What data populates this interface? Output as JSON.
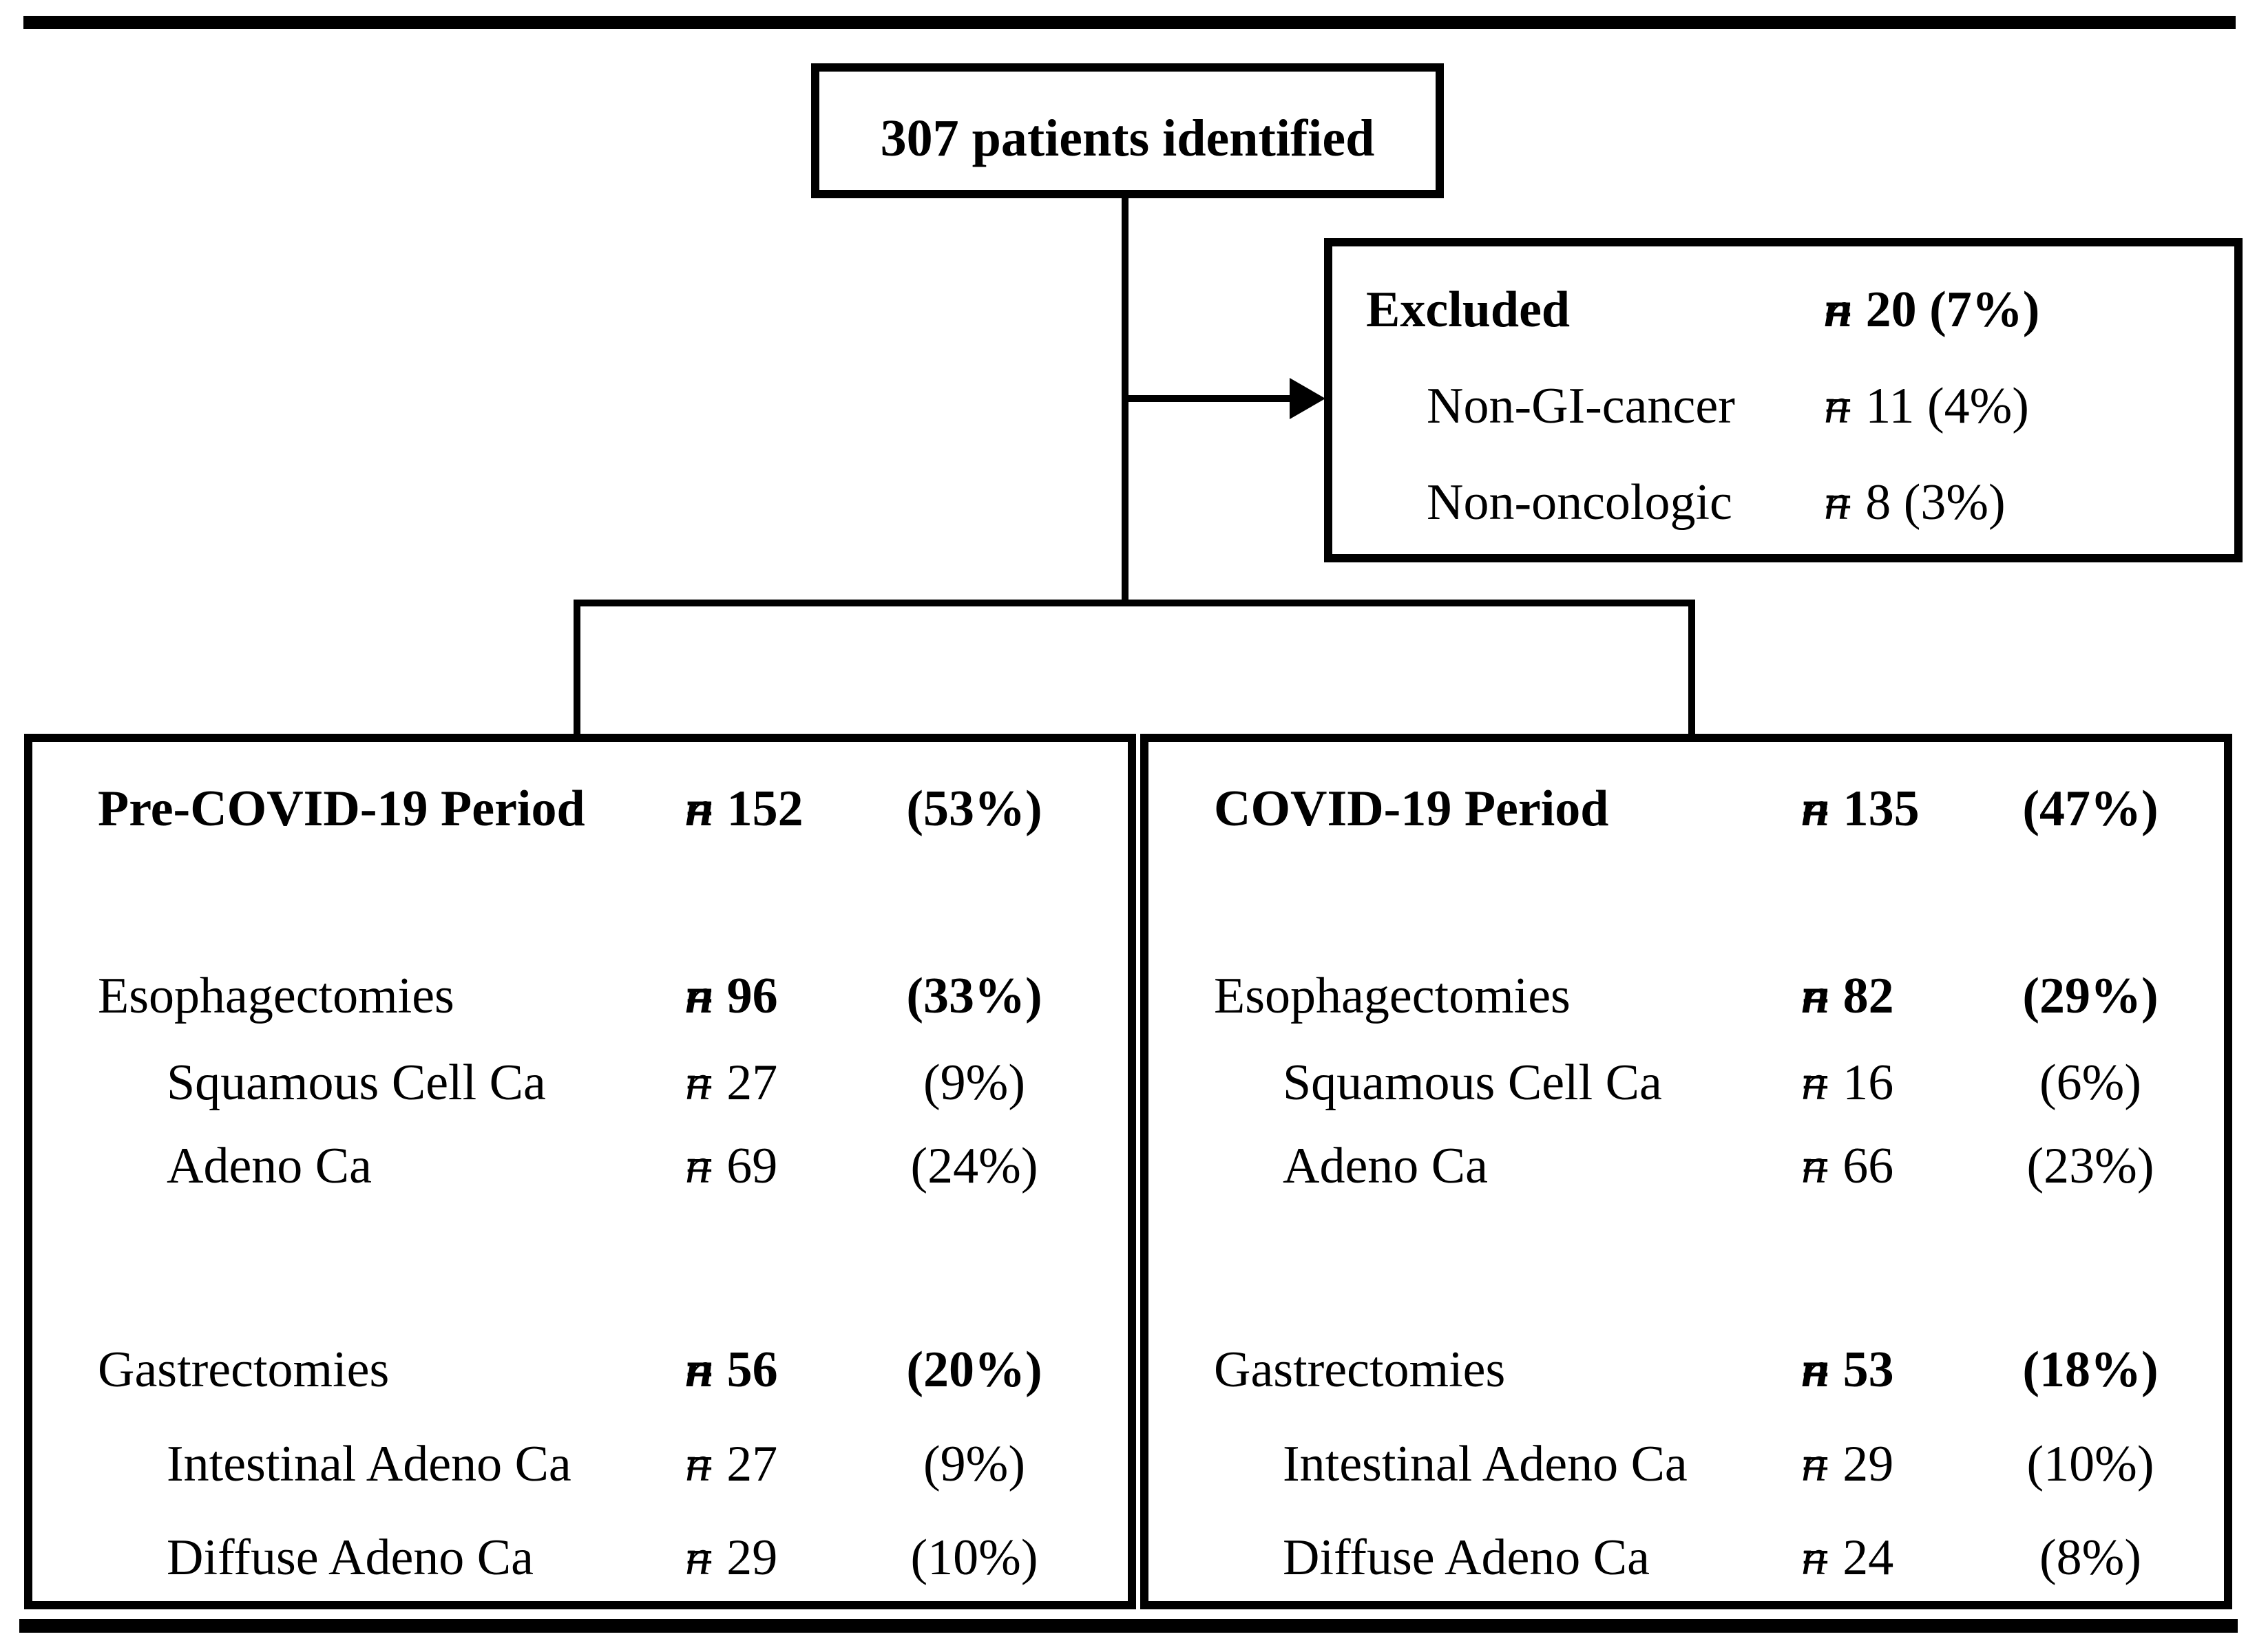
{
  "colors": {
    "ink": "#000000",
    "paper": "#ffffff"
  },
  "n_symbol": "n",
  "top_box": {
    "text": "307 patients identified"
  },
  "excluded_box": {
    "header": {
      "label": "Excluded",
      "value": "= 20 (7%)"
    },
    "items": [
      {
        "label": "Non-GI-cancer",
        "value": "= 11 (4%)"
      },
      {
        "label": "Non-oncologic",
        "value": "= 8 (3%)"
      }
    ]
  },
  "left_box": {
    "title": {
      "label": "Pre-COVID-19 Period",
      "n": "= 152",
      "pct": "(53%)"
    },
    "rows": [
      {
        "label": "Esophagectomies",
        "n": "= 96",
        "pct": "(33%)"
      },
      {
        "label": "Squamous Cell Ca",
        "n": "= 27",
        "pct": "(9%)"
      },
      {
        "label": "Adeno Ca",
        "n": "= 69",
        "pct": "(24%)"
      },
      {
        "label": "Gastrectomies",
        "n": "= 56",
        "pct": "(20%)"
      },
      {
        "label": "Intestinal Adeno Ca",
        "n": "= 27",
        "pct": "(9%)"
      },
      {
        "label": "Diffuse Adeno Ca",
        "n": "= 29",
        "pct": "(10%)"
      }
    ]
  },
  "right_box": {
    "title": {
      "label": "COVID-19 Period",
      "n": "= 135",
      "pct": "(47%)"
    },
    "rows": [
      {
        "label": "Esophagectomies",
        "n": "= 82",
        "pct": "(29%)"
      },
      {
        "label": "Squamous Cell Ca",
        "n": "= 16",
        "pct": "(6%)"
      },
      {
        "label": "Adeno Ca",
        "n": "= 66",
        "pct": "(23%)"
      },
      {
        "label": "Gastrectomies",
        "n": "= 53",
        "pct": "(18%)"
      },
      {
        "label": "Intestinal Adeno Ca",
        "n": "= 29",
        "pct": "(10%)"
      },
      {
        "label": "Diffuse Adeno Ca",
        "n": "= 24",
        "pct": "(8%)"
      }
    ]
  }
}
